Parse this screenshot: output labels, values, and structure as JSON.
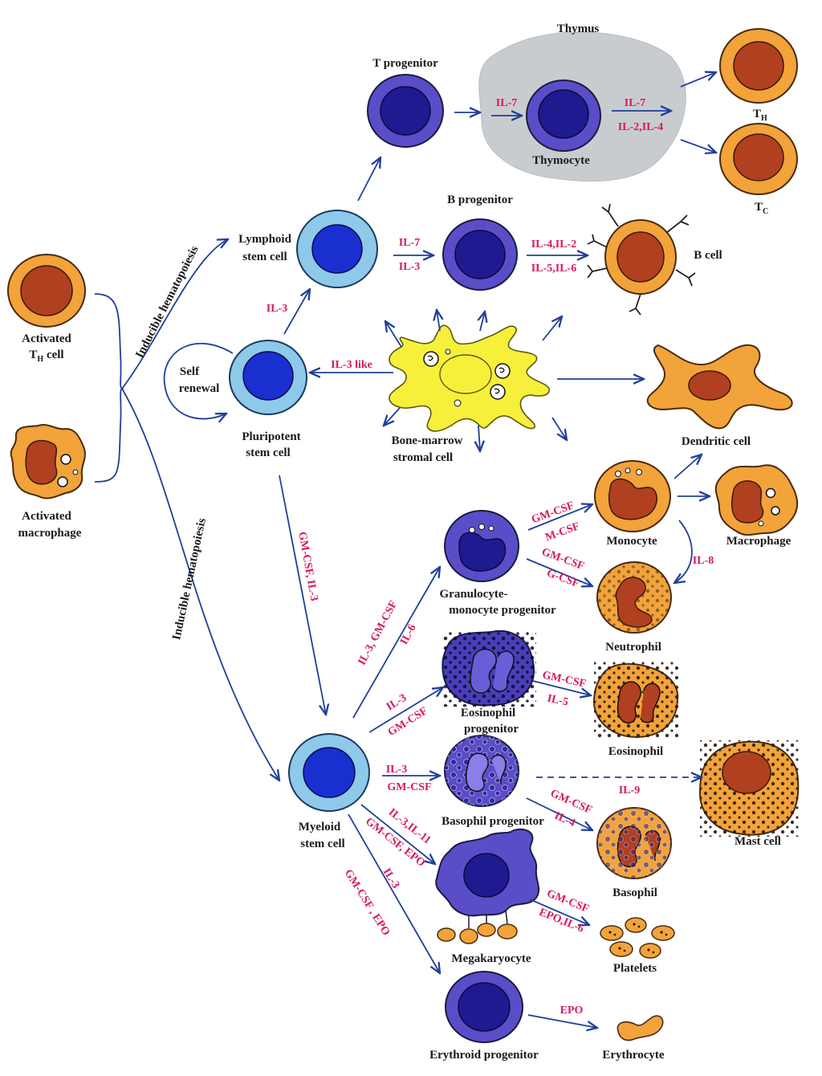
{
  "labels": {
    "thymus": "Thymus",
    "t_progenitor": "T progenitor",
    "thymocyte": "Thymocyte",
    "th": "T",
    "th_sub": "H",
    "tc": "T",
    "tc_sub": "C",
    "b_progenitor": "B progenitor",
    "b_cell": "B cell",
    "lymphoid_1": "Lymphoid",
    "lymphoid_2": "stem cell",
    "activated_th_1": "Activated",
    "activated_th_2": "T",
    "activated_th_sub": "H",
    "activated_th_3": " cell",
    "activated_mac_1": "Activated",
    "activated_mac_2": "macrophage",
    "self_renewal_1": "Self",
    "self_renewal_2": "renewal",
    "pluripotent_1": "Pluripotent",
    "pluripotent_2": "stem cell",
    "stromal_1": "Bone-marrow",
    "stromal_2": "stromal cell",
    "dendritic": "Dendritic cell",
    "monocyte": "Monocyte",
    "macrophage": "Macrophage",
    "gm_prog_1": "Granulocyte-",
    "gm_prog_2": "monocyte progenitor",
    "neutrophil": "Neutrophil",
    "eos_prog_1": "Eosinophil",
    "eos_prog_2": "progenitor",
    "eosinophil": "Eosinophil",
    "myeloid_1": "Myeloid",
    "myeloid_2": "stem cell",
    "baso_prog": "Basophil progenitor",
    "mast_cell": "Mast cell",
    "basophil": "Basophil",
    "megakaryocyte": "Megakaryocyte",
    "platelets": "Platelets",
    "erythroid_prog": "Erythroid progenitor",
    "erythrocyte": "Erythrocyte",
    "inducible_upper": "Inducible hematopoiesis",
    "inducible_lower": "Inducible hematopoiesis"
  },
  "cytokines": {
    "il7_thymus_in": "IL-7",
    "il7_thymus_out": "IL-7",
    "il2_il4": "IL-2,IL-4",
    "il7_b": "IL-7",
    "il3_b": "IL-3",
    "il4_il2": "IL-4,IL-2",
    "il5_il6": "IL-5,IL-6",
    "il3_lymphoid": "IL-3",
    "il3_like": "IL-3 like",
    "gmcsf_il3": "GM-CSF, IL-3",
    "gmcsf_mono": "GM-CSF",
    "mcsf": "M-CSF",
    "gmcsf_neut": "GM-CSF",
    "gcsf": "G-CSF",
    "il8": "IL-8",
    "il3_gmcsf_gm": "IL-3, GM-CSF",
    "il6_gm": "IL-6",
    "il3_eos": "IL-3",
    "gmcsf_eos": "GM-CSF",
    "gmcsf_eos2": "GM-CSF",
    "il5": "IL-5",
    "il3_baso": "IL-3",
    "gmcsf_baso": "GM-CSF",
    "il9": "IL-9",
    "gmcsf_baso2": "GM-CSF",
    "il4_baso": "IL-4",
    "il3_il11": "IL-3,IL-11",
    "gmcsf_epo": "GM-CSF, EPO",
    "il3_ery": "IL-3",
    "gmcsf_epo_ery": "GM-CSF , EPO",
    "gmcsf_plt": "GM-CSF",
    "epo_il6": "EPO,IL-6",
    "epo": "EPO"
  },
  "colors": {
    "arrow": "#1f3f9a",
    "cytokine_text": "#d6195f",
    "stem_cyto": "#8ec9ea",
    "stem_nucleus": "#1a2fd0",
    "progenitor_cyto": "#5a4ec8",
    "progenitor_nucleus": "#1f1a8f",
    "mature_cyto": "#f2a33a",
    "mature_nucleus": "#b0401f",
    "stromal": "#f7f03a",
    "thymus": "#c9cccf"
  }
}
